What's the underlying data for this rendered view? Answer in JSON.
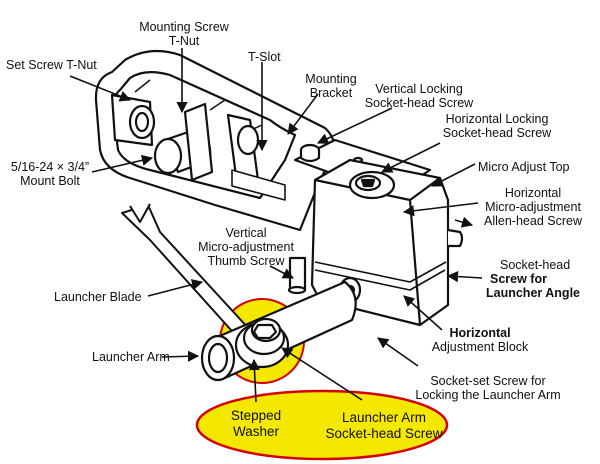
{
  "labels": {
    "set_screw_tnut": "Set Screw T-Nut",
    "mounting_screw_tnut": [
      "Mounting Screw",
      "T-Nut"
    ],
    "tslot": "T-Slot",
    "mounting_bracket": [
      "Mounting",
      "Bracket"
    ],
    "vertical_locking": [
      "Vertical Locking",
      "Socket-head Screw"
    ],
    "horizontal_locking": [
      "Horizontal Locking",
      "Socket-head Screw"
    ],
    "mount_bolt": [
      "5/16-24 × 3/4”",
      "Mount Bolt"
    ],
    "micro_adjust_top": "Micro Adjust Top",
    "horizontal_micro": [
      "Horizontal",
      "Micro-adjustment",
      "Allen-head Screw"
    ],
    "vertical_micro": [
      "Vertical",
      "Micro-adjustment",
      "Thumb Screw"
    ],
    "socket_head_angle": [
      "Socket-head",
      "Screw for",
      "Launcher Angle"
    ],
    "launcher_blade": "Launcher Blade",
    "horizontal_block": [
      "Horizontal",
      "Adjustment Block"
    ],
    "launcher_arm": "Launcher Arm",
    "socket_set_screw": [
      "Socket-set Screw for",
      "Locking the Launcher Arm"
    ],
    "stepped_washer": [
      "Stepped",
      "Washer"
    ],
    "arm_socket_screw": [
      "Launcher Arm",
      "Socket-head Screw"
    ]
  },
  "colors": {
    "highlight": "#f5e800",
    "outline": "#d40000",
    "ink": "#111111"
  }
}
